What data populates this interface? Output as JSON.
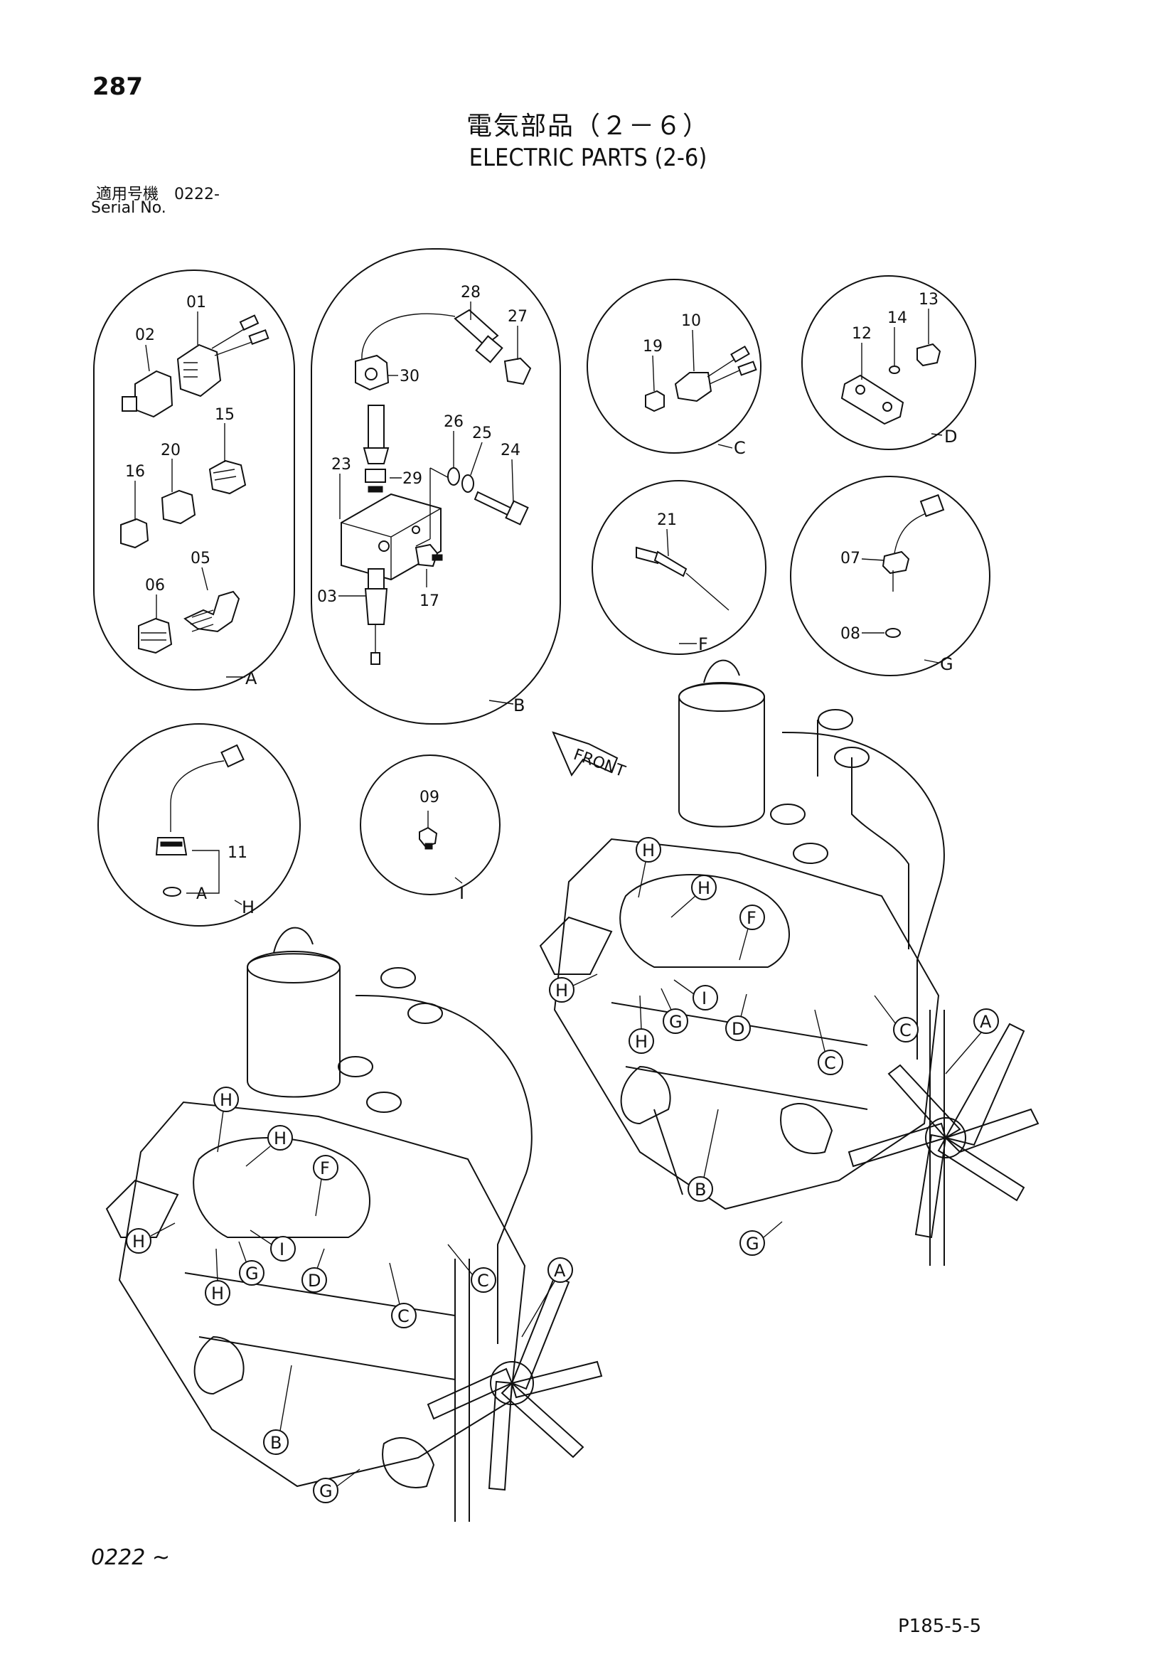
{
  "header": {
    "page_number": "287",
    "title_jp": "電気部品（２－６）",
    "title_en": "ELECTRIC PARTS (2-6)",
    "serial_jp": "適用号機　0222-",
    "serial_en": "Serial No."
  },
  "groups": {
    "A": {
      "letter": "A",
      "parts": [
        "01",
        "02",
        "15",
        "20",
        "16",
        "05",
        "06"
      ]
    },
    "B": {
      "letter": "B",
      "parts": [
        "28",
        "27",
        "30",
        "26",
        "25",
        "24",
        "23",
        "29",
        "03",
        "17"
      ]
    },
    "C": {
      "letter": "C",
      "parts": [
        "10",
        "19"
      ]
    },
    "D": {
      "letter": "D",
      "parts": [
        "13",
        "12",
        "14"
      ]
    },
    "F": {
      "letter": "F",
      "parts": [
        "21"
      ]
    },
    "G": {
      "letter": "G",
      "parts": [
        "07",
        "08"
      ]
    },
    "H": {
      "letter": "H",
      "parts": [
        "11"
      ],
      "sub_label": "A"
    },
    "I": {
      "letter": "I",
      "parts": [
        "09"
      ]
    }
  },
  "front_label": "FRONT",
  "engine_callouts": {
    "upper": [
      "H",
      "H",
      "F",
      "H",
      "I",
      "G",
      "H",
      "D",
      "C",
      "C",
      "A",
      "B",
      "G"
    ],
    "lower": [
      "H",
      "H",
      "F",
      "H",
      "I",
      "G",
      "H",
      "D",
      "C",
      "C",
      "A",
      "B",
      "G"
    ]
  },
  "footer": {
    "serial": "0222 ~",
    "code": "P185-5-5"
  }
}
